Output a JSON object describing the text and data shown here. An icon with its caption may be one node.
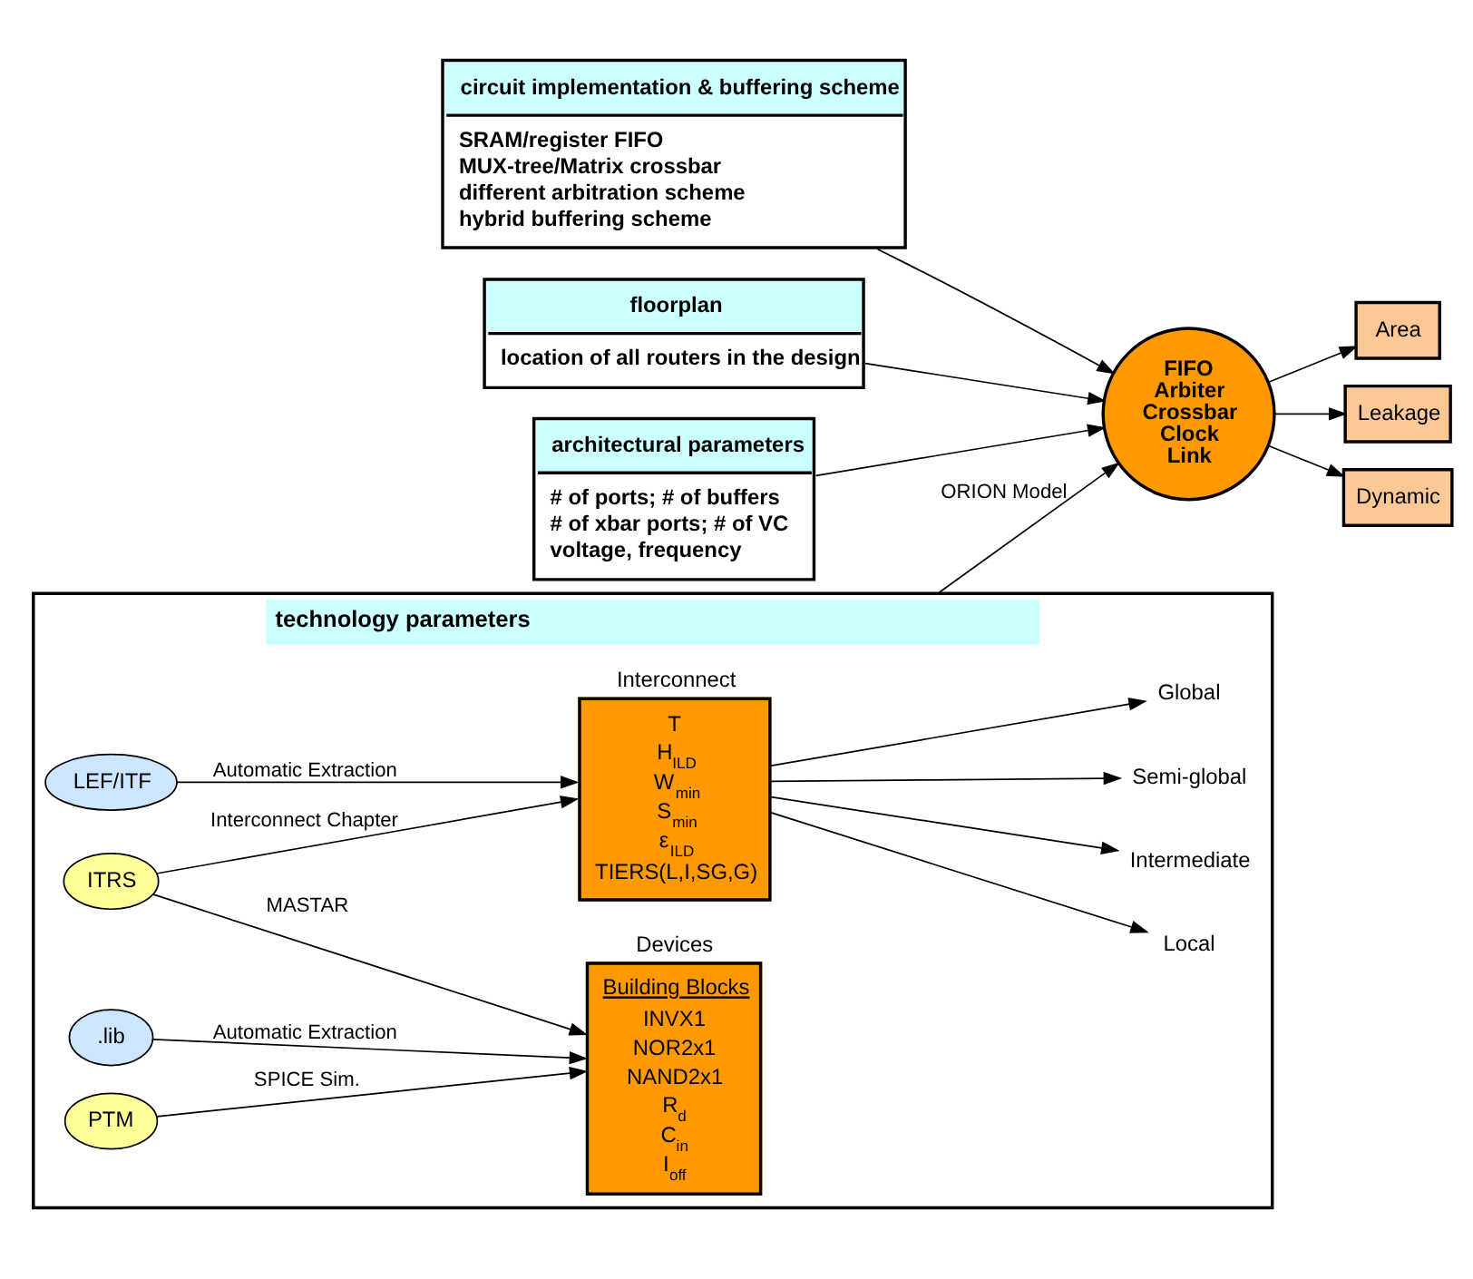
{
  "diagram": {
    "nodes": [
      {
        "text": [
          "circuit implementation & buffering scheme",
          "SRAM/register FIFO",
          "MUX-tree/Matrix crossbar",
          "different arbitration scheme",
          "hybrid buffering scheme"
        ]
      },
      {
        "text": [
          "floorplan",
          "location of all routers in the design"
        ]
      },
      {
        "text": [
          "architectural parameters",
          "# of ports; # of buffers",
          "# of xbar ports; # of VC",
          "voltage, frequency"
        ]
      },
      {
        "text": [
          "FIFO",
          "Arbiter",
          "Crossbar",
          "Clock",
          "Link"
        ]
      },
      {
        "text": [
          "Area"
        ]
      },
      {
        "text": [
          "Leakage"
        ]
      },
      {
        "text": [
          "Dynamic"
        ]
      },
      {
        "text": [
          "technology parameters"
        ]
      },
      {
        "text": [
          "Interconnect",
          "T",
          "H$_{ILD}$",
          "W$_{min}$",
          "S$_{min}$",
          "ε$_{ILD}$",
          "TIERS(L,I,SG,G)"
        ],
        "in": 7
      },
      {
        "text": [
          ".lib"
        ],
        "in": 7
      },
      {
        "text": [
          "LEF/ITF"
        ],
        "in": 7
      },
      {
        "text": [
          "ITRS"
        ],
        "in": 7
      },
      {
        "text": [
          "PTM"
        ],
        "in": 7
      },
      {
        "text": [
          "Devices",
          "Building Blocks",
          "INVX1",
          "NOR2x1",
          "NAND2x1",
          "R$_{d}$",
          "C$_{in}$",
          "I$_{off}$"
        ],
        "in": 7
      },
      {
        "text": [
          "Local"
        ],
        "in": 7
      },
      {
        "text": [
          "Intermediate"
        ],
        "in": 7
      },
      {
        "text": [
          "Semi-global"
        ],
        "in": 7
      },
      {
        "text": [
          "Global"
        ],
        "in": 7
      }
    ],
    "edges": [
      {
        "from": 0,
        "to": 3,
        "arrow": "to"
      },
      {
        "from": 1,
        "to": 3,
        "arrow": "to"
      },
      {
        "from": 2,
        "to": 3,
        "arrow": "to"
      },
      {
        "from": 7,
        "to": 3,
        "arrow": "to",
        "label": "ORION Model"
      },
      {
        "from": 3,
        "to": 4,
        "arrow": "to"
      },
      {
        "from": 3,
        "to": 5,
        "arrow": "to"
      },
      {
        "from": 3,
        "to": 6,
        "arrow": "to"
      },
      {
        "from": 9,
        "to": 13,
        "arrow": "to",
        "label": "Automatic Extraction"
      },
      {
        "from": 10,
        "to": 8,
        "arrow": "to",
        "label": "Automatic Extraction"
      },
      {
        "from": 11,
        "to": 8,
        "arrow": "to",
        "label": "Interconnect Chapter"
      },
      {
        "from": 11,
        "to": 13,
        "arrow": "to",
        "label": "MASTAR"
      },
      {
        "from": 12,
        "to": 13,
        "arrow": "to",
        "label": "SPICE Sim."
      },
      {
        "from": 8,
        "to": 14,
        "arrow": "to"
      },
      {
        "from": 8,
        "to": 15,
        "arrow": "to"
      },
      {
        "from": 8,
        "to": 16,
        "arrow": "to"
      },
      {
        "from": 8,
        "to": 17,
        "arrow": "to"
      }
    ]
  }
}
